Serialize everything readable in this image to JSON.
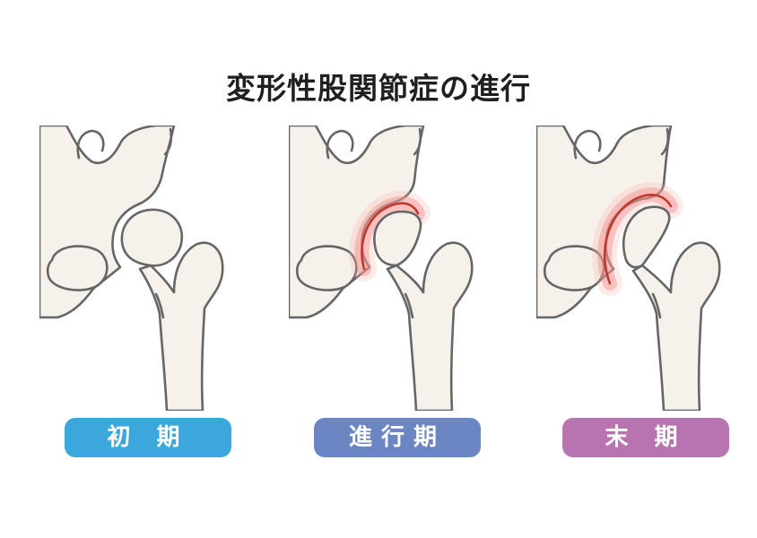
{
  "title": "変形性股関節症の進行",
  "stages": [
    {
      "label": "初 期",
      "color": "#3aa8dc"
    },
    {
      "label": "進行期",
      "color": "#6c86c3"
    },
    {
      "label": "末 期",
      "color": "#b774b0"
    }
  ]
}
